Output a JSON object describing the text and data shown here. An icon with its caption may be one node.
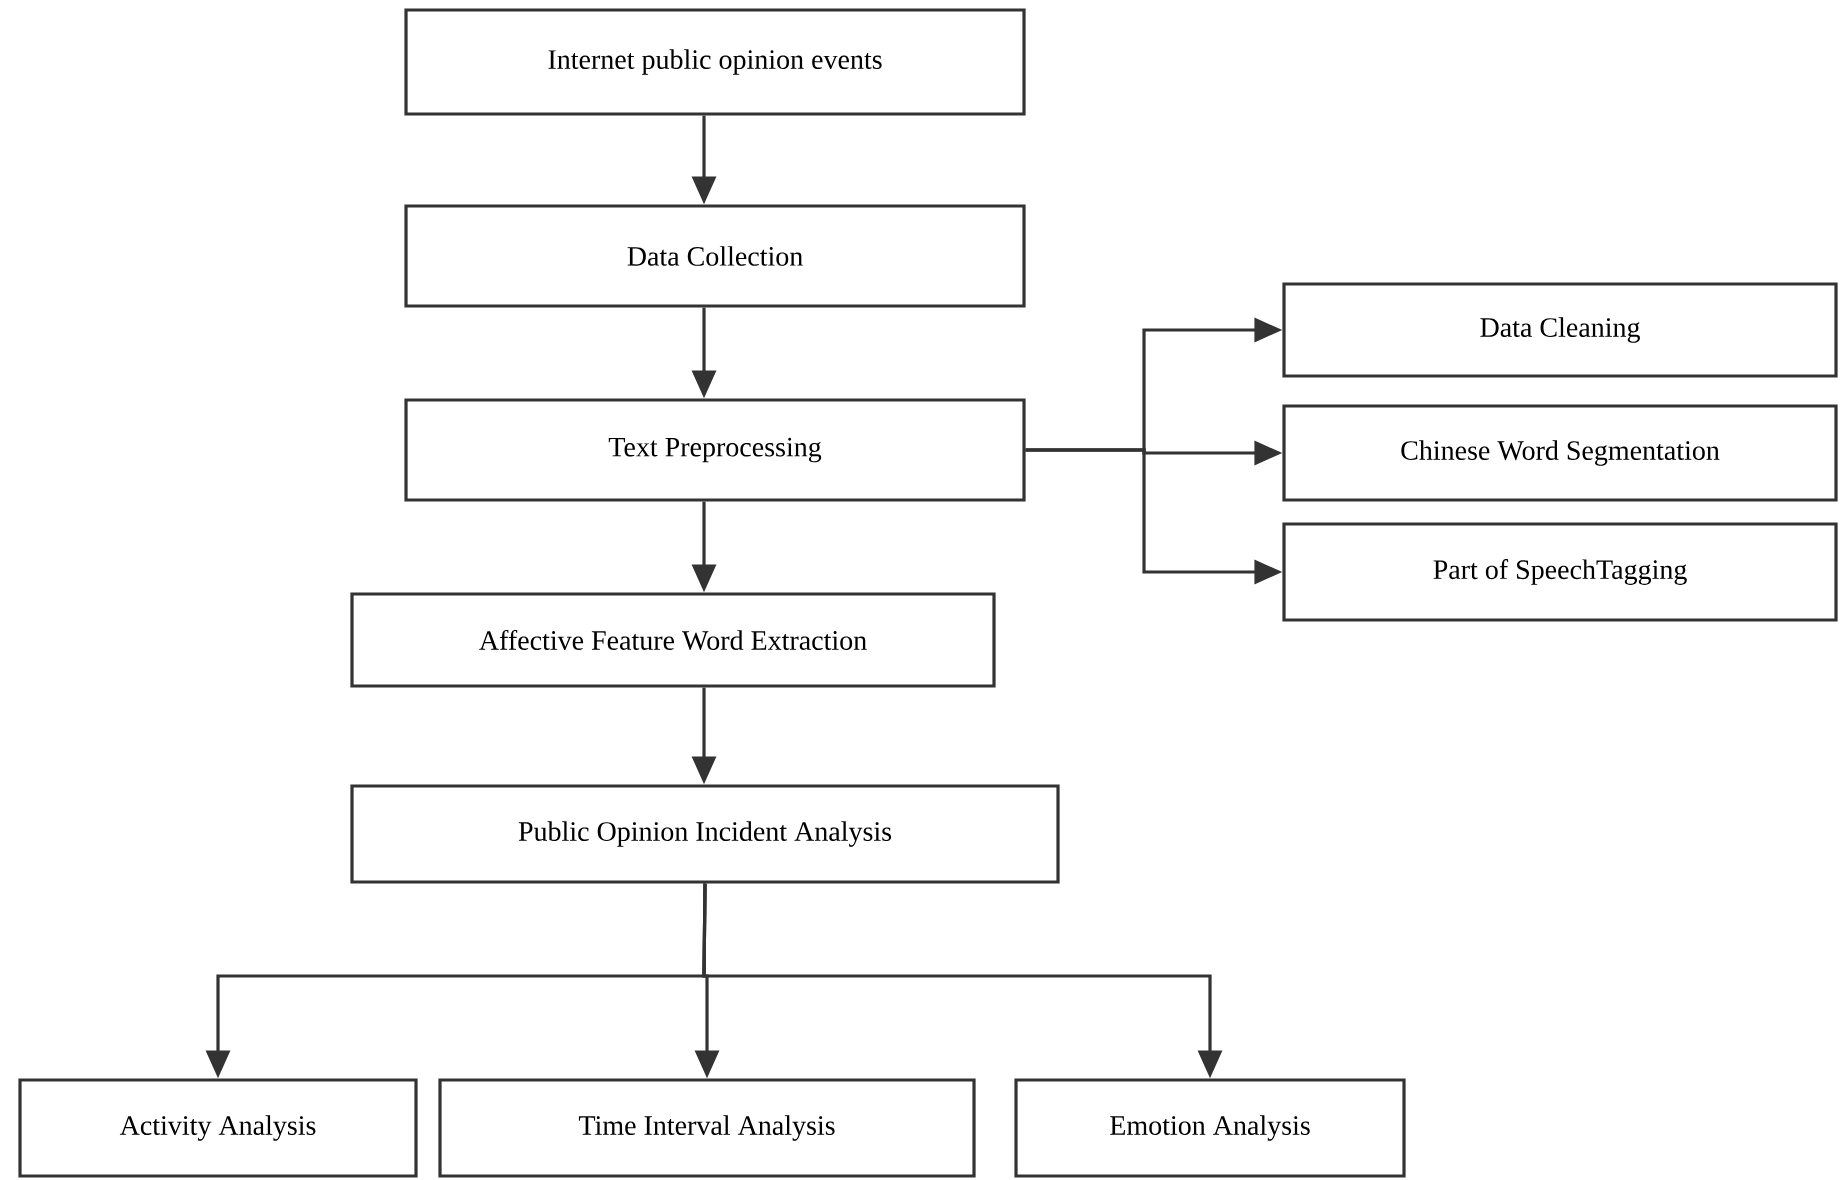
{
  "diagram": {
    "nodes": [
      {
        "text": [
          "Internet public opinion events"
        ]
      },
      {
        "text": [
          "Data Collection"
        ]
      },
      {
        "text": [
          "Text Preprocessing"
        ]
      },
      {
        "text": [
          "Data Cleaning"
        ]
      },
      {
        "text": [
          "Chinese Word Segmentation"
        ]
      },
      {
        "text": [
          "Part of SpeechTagging"
        ]
      },
      {
        "text": [
          "Affective Feature Word Extraction"
        ]
      },
      {
        "text": [
          "Public Opinion Incident Analysis"
        ]
      },
      {
        "text": [
          "Activity Analysis"
        ]
      },
      {
        "text": [
          "Time Interval Analysis"
        ]
      },
      {
        "text": [
          "Emotion Analysis"
        ]
      }
    ],
    "edges": [
      {
        "from": 0,
        "to": 1,
        "arrow": "to"
      },
      {
        "from": 1,
        "to": 2,
        "arrow": "to"
      },
      {
        "from": 2,
        "to": 3,
        "arrow": "to"
      },
      {
        "from": 2,
        "to": 4,
        "arrow": "to"
      },
      {
        "from": 2,
        "to": 5,
        "arrow": "to"
      },
      {
        "from": 2,
        "to": 6,
        "arrow": "to"
      },
      {
        "from": 6,
        "to": 7,
        "arrow": "to"
      },
      {
        "from": 7,
        "to": 8,
        "arrow": "to"
      },
      {
        "from": 7,
        "to": 9,
        "arrow": "to"
      },
      {
        "from": 7,
        "to": 10,
        "arrow": "to"
      }
    ]
  }
}
